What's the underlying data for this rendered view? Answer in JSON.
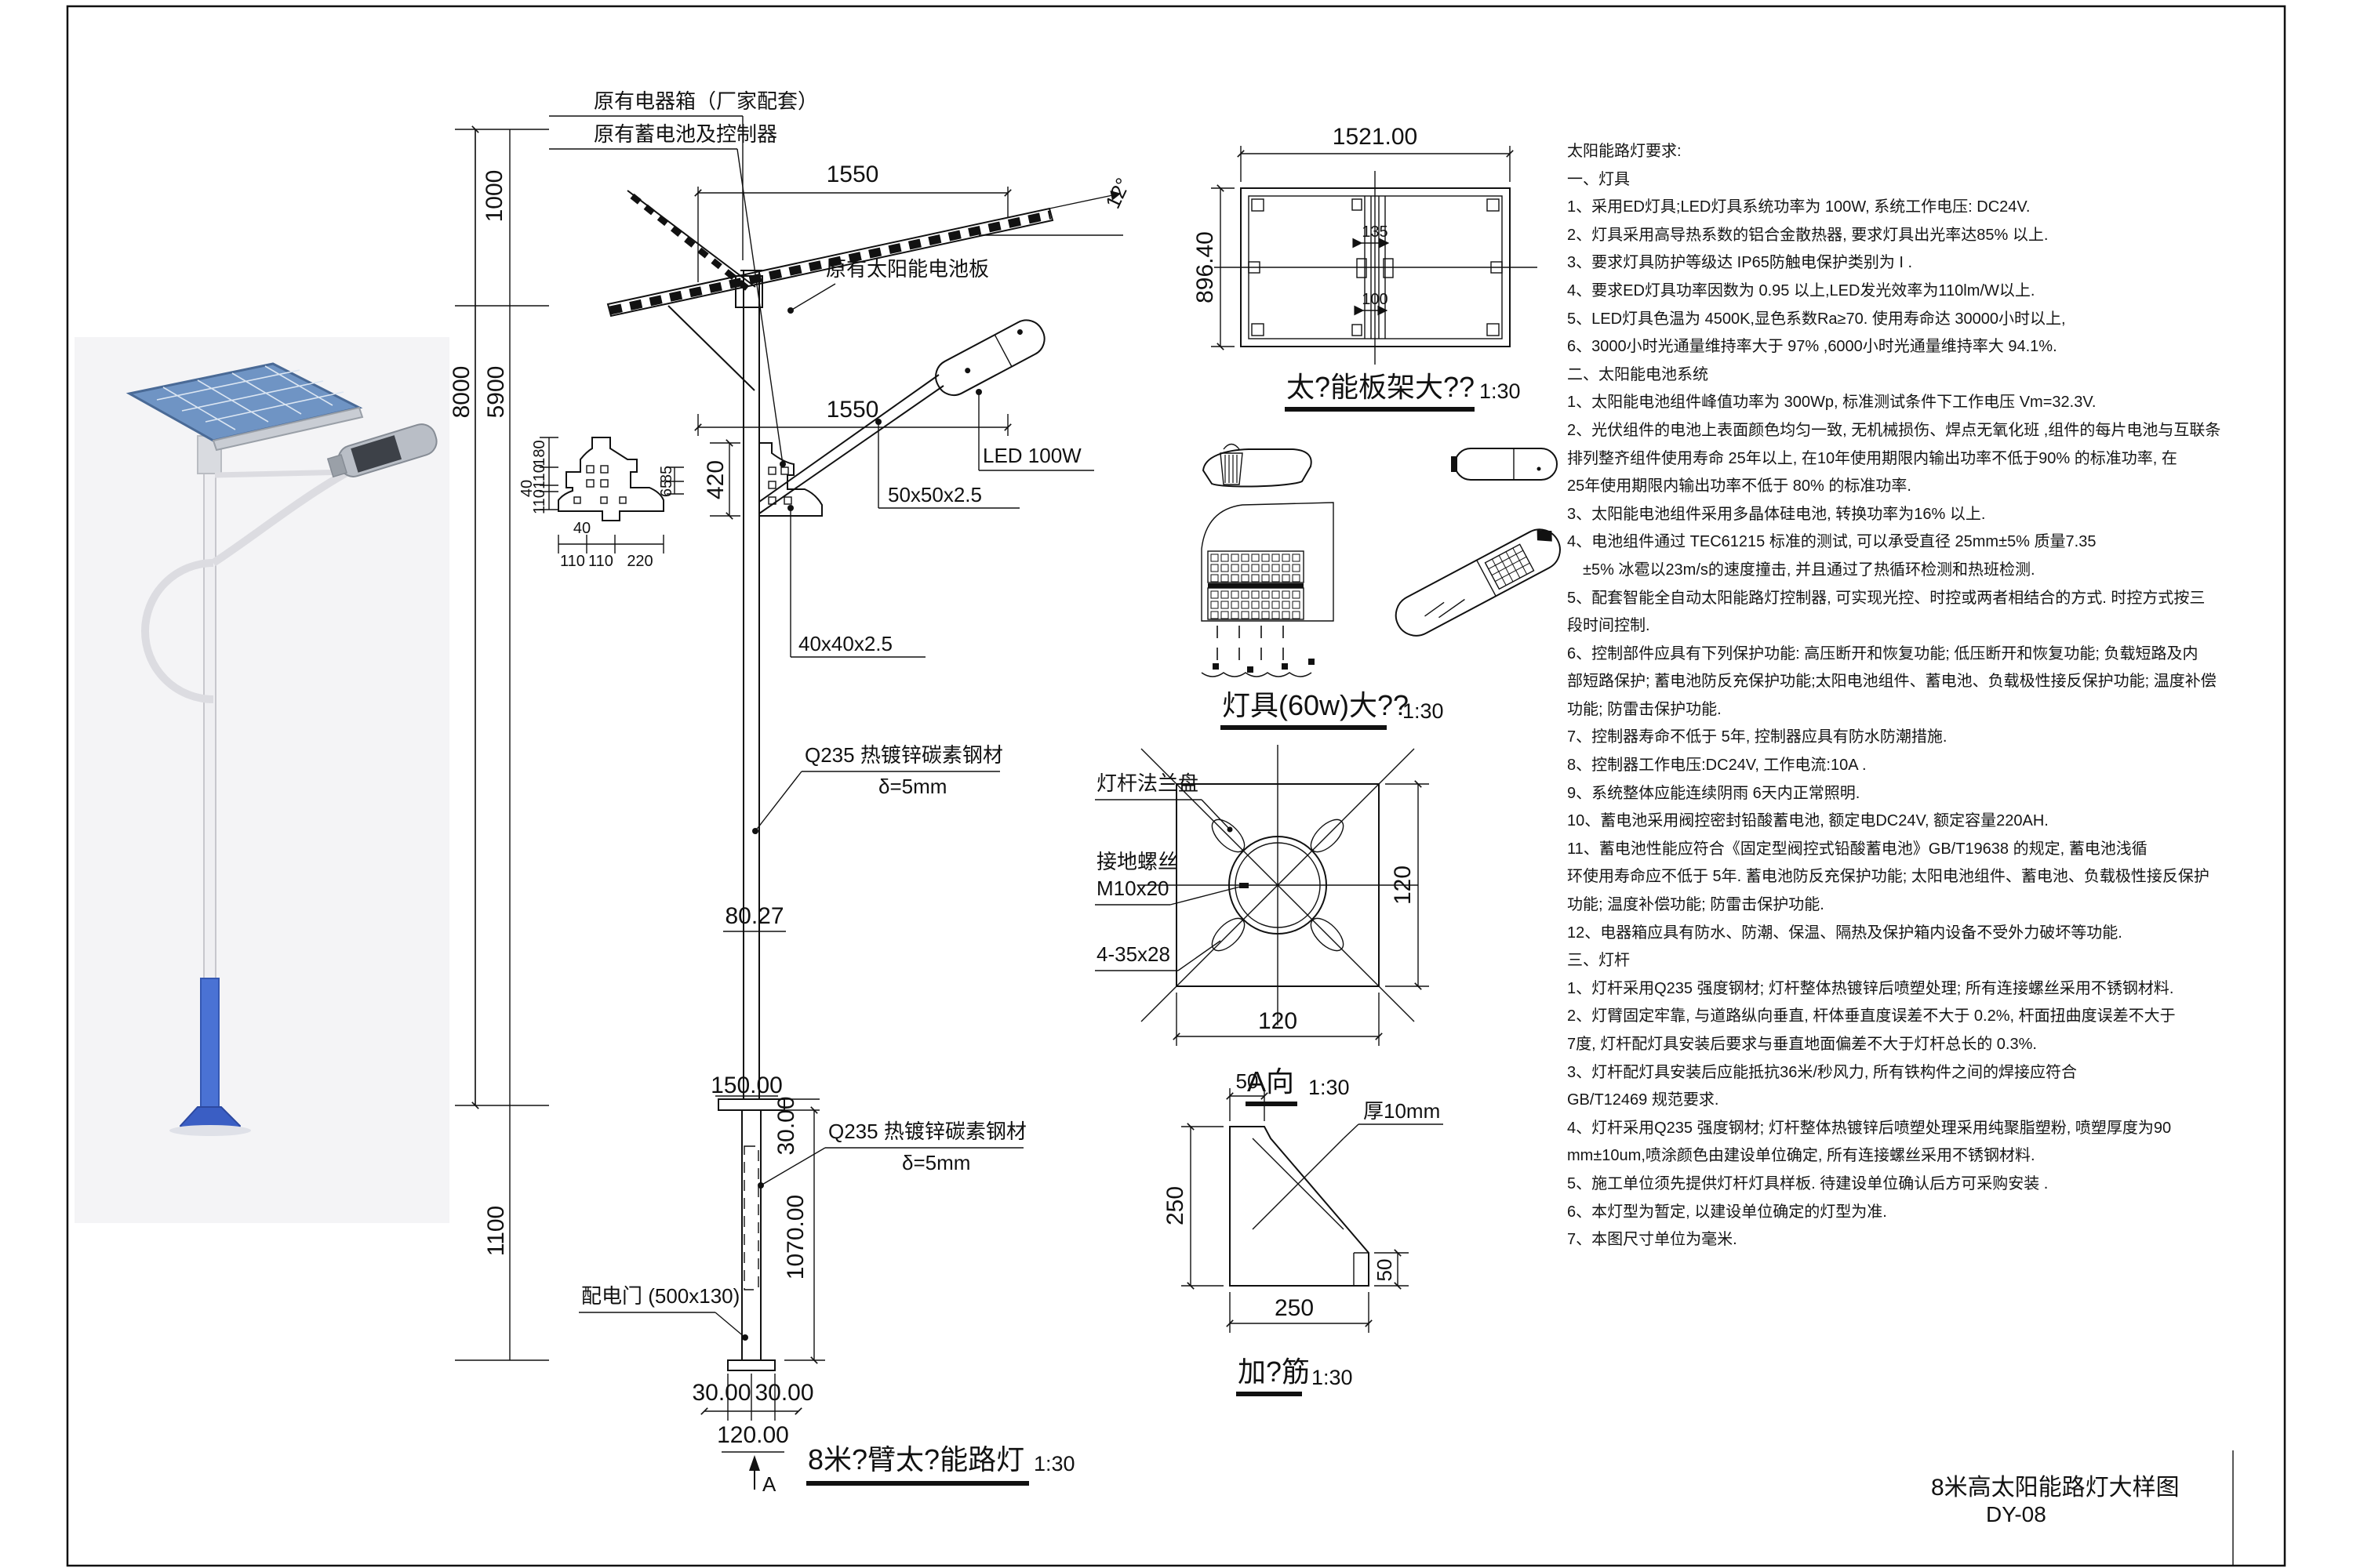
{
  "photo": {
    "caption": "solar street light product photo"
  },
  "elevation": {
    "labels": {
      "equipment_box": "原有电器箱（厂家配套）",
      "battery_controller": "原有蓄电池及控制器",
      "solar_panel": "原有太阳能电池板",
      "led": "LED 100W",
      "arm_tube": "50x50x2.5",
      "bracket_tube": "40x40x2.5",
      "angle": "12°",
      "q235_upper": "Q235 热镀锌碳素钢材",
      "delta_upper": "δ=5mm",
      "q235_lower": "Q235 热镀锌碳素钢材",
      "delta_lower": "δ=5mm",
      "door": "配电门 (500x130)",
      "section_arrow": "A"
    },
    "dims": {
      "d1550a": "1550",
      "d1550b": "1550",
      "d1000": "1000",
      "d8000": "8000",
      "d5900": "5900",
      "d1100": "1100",
      "d420": "420",
      "d8027": "80.27",
      "d150": "150.00",
      "d30v": "30.00",
      "d1070": "1070.00",
      "d30a": "30.00",
      "d30b": "30.00",
      "d120": "120.00"
    },
    "detail_dims": {
      "d180": "180",
      "d110a": "110",
      "d40": "40",
      "d110b": "110",
      "d85": "85",
      "d65": "65",
      "b110a": "110",
      "b110b": "110",
      "b220": "220",
      "b40": "40"
    },
    "title": "8米?臂太?能路灯",
    "scale": "1:30"
  },
  "panel_frame": {
    "dim_w": "1521.00",
    "dim_h": "896.40",
    "dim_135": "135",
    "dim_100": "100",
    "title": "太?能板架大??",
    "scale": "1:30"
  },
  "lamp_detail": {
    "title": "灯具(60w)大??",
    "scale": "1:30"
  },
  "flange": {
    "labels": {
      "plate": "灯杆法兰盘",
      "screw1": "接地螺丝",
      "screw2": "M10x20",
      "holes": "4-35x28"
    },
    "dim_right": "120",
    "dim_bottom": "120",
    "title": "A向",
    "scale": "1:30"
  },
  "gusset": {
    "dim_top": "50",
    "dim_left": "250",
    "dim_bottom": "250",
    "dim_right": "50",
    "thickness": "厚10mm",
    "title": "加?筋",
    "scale": "1:30"
  },
  "notes": {
    "heading": "太阳能路灯要求:",
    "lines": [
      "太阳能路灯要求:",
      "一、灯具",
      "1、采用ED灯具;LED灯具系统功率为 100W, 系统工作电压:  DC24V.",
      "2、灯具采用高导热系数的铝合金散热器, 要求灯具出光率达85% 以上.",
      "3、要求灯具防护等级达 IP65防触电保护类别为 I .",
      "4、要求ED灯具功率因数为 0.95 以上,LED发光效率为110lm/W以上.",
      "5、LED灯具色温为 4500K,显色系数Ra≥70. 使用寿命达 30000小时以上,",
      "6、3000小时光通量维持率大于 97% ,6000小时光通量维持率大 94.1%.",
      "二、太阳能电池系统",
      "1、太阳能电池组件峰值功率为  300Wp, 标准测试条件下工作电压  Vm=32.3V.",
      "2、光伏组件的电池上表面颜色均匀一致, 无机械损伤、焊点无氧化班 ,组件的每片电池与互联条",
      "排列整齐组件使用寿命 25年以上, 在10年使用期限内输出功率不低于90% 的标准功率, 在",
      "25年使用期限内输出功率不低于  80% 的标准功率.",
      "3、太阳能电池组件采用多晶体硅电池, 转换功率为16% 以上.",
      "4、电池组件通过 TEC61215 标准的测试, 可以承受直径  25mm±5% 质量7.35",
      "　±5% 冰雹以23m/s的速度撞击, 并且通过了热循环检测和热班检测.",
      "5、配套智能全自动太阳能路灯控制器, 可实现光控、时控或两者相结合的方式. 时控方式按三",
      "段时间控制.",
      "6、控制部件应具有下列保护功能: 高压断开和恢复功能; 低压断开和恢复功能; 负载短路及内",
      "部短路保护; 蓄电池防反充保护功能;太阳电池组件、蓄电池、负载极性接反保护功能; 温度补偿",
      "功能; 防雷击保护功能.",
      "7、控制器寿命不低于 5年, 控制器应具有防水防潮措施.",
      "8、控制器工作电压:DC24V, 工作电流:10A .",
      "9、系统整体应能连续阴雨 6天内正常照明.",
      "10、蓄电池采用阀控密封铅酸蓄电池, 额定电DC24V, 额定容量220AH.",
      "11、蓄电池性能应符合《固定型阀控式铅酸蓄电池》GB/T19638 的规定, 蓄电池浅循",
      "环使用寿命应不低于 5年. 蓄电池防反充保护功能; 太阳电池组件、蓄电池、负载极性接反保护",
      "功能; 温度补偿功能; 防雷击保护功能.",
      "12、电器箱应具有防水、防潮、保温、隔热及保护箱内设备不受外力破坏等功能.",
      "三、灯杆",
      "1、灯杆采用Q235 强度钢材; 灯杆整体热镀锌后喷塑处理; 所有连接螺丝采用不锈钢材料.",
      "2、灯臂固定牢靠, 与道路纵向垂直, 杆体垂直度误差不大于 0.2%, 杆面扭曲度误差不大于",
      "7度, 灯杆配灯具安装后要求与垂直地面偏差不大于灯杆总长的 0.3%.",
      "3、灯杆配灯具安装后应能抵抗36米/秒风力, 所有铁构件之间的焊接应符合",
      "GB/T12469 规范要求.",
      "4、灯杆采用Q235 强度钢材; 灯杆整体热镀锌后喷塑处理采用纯聚脂塑粉, 喷塑厚度为90",
      "mm±10um,喷涂颜色由建设单位确定, 所有连接螺丝采用不锈钢材料.",
      "5、施工单位须先提供灯杆灯具样板. 待建设单位确认后方可采购安装 .",
      "6、本灯型为暂定, 以建设单位确定的灯型为准.",
      "7、本图尺寸单位为毫米."
    ]
  },
  "title_block": {
    "drawing_title": "8米高太阳能路灯大样图",
    "drawing_no": "DY-08"
  },
  "colors": {
    "line": "#111111",
    "panel_blue": "#6f94c4",
    "pole_blue": "#4a72d4",
    "base_blue": "#3a5ec4",
    "photo_bg": "#f4f4f6"
  }
}
